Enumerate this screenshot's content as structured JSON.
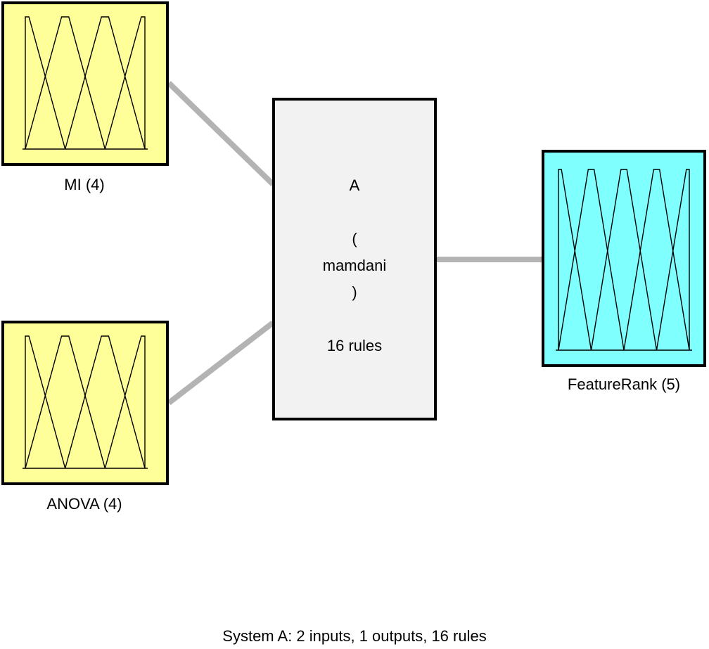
{
  "inputs": [
    {
      "name": "MI",
      "label": "MI (4)",
      "mf_count": 4,
      "color": "#ffff99"
    },
    {
      "name": "ANOVA",
      "label": "ANOVA (4)",
      "mf_count": 4,
      "color": "#ffff99"
    }
  ],
  "system": {
    "name": "A",
    "paren_open": "(",
    "type": "mamdani",
    "paren_close": ")",
    "rules_text": "16 rules",
    "color": "#f2f2f2"
  },
  "output": {
    "name": "FeatureRank",
    "label": "FeatureRank (5)",
    "mf_count": 5,
    "color": "#80ffff"
  },
  "connector_color": "#b3b3b3",
  "footer": "System A: 2 inputs, 1 outputs, 16 rules"
}
